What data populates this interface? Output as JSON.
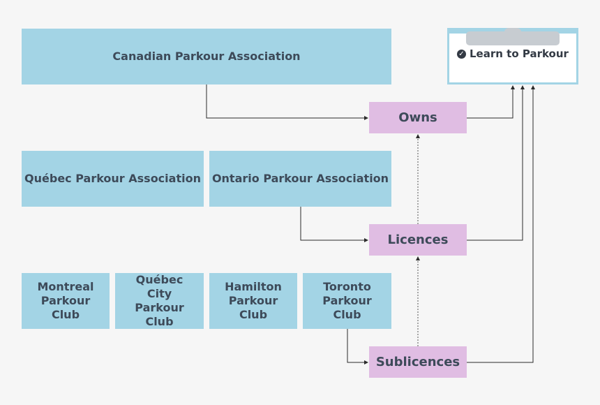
{
  "organizations": {
    "national": "Canadian Parkour Association",
    "provincial": [
      "Québec Parkour Association",
      "Ontario Parkour Association"
    ],
    "clubs": [
      "Montreal Parkour Club",
      "Québec City Parkour Club",
      "Hamilton Parkour Club",
      "Toronto Parkour Club"
    ]
  },
  "relations": {
    "owns": "Owns",
    "licences": "Licences",
    "sublicences": "Sublicences"
  },
  "program": {
    "title": "Learn to Parkour",
    "icon": "check-circle-icon"
  },
  "colors": {
    "background": "#f6f6f6",
    "organization": "#a3d4e5",
    "relation": "#e0bde3",
    "text": "#3d4a59",
    "connector": "#2b2b2b"
  }
}
